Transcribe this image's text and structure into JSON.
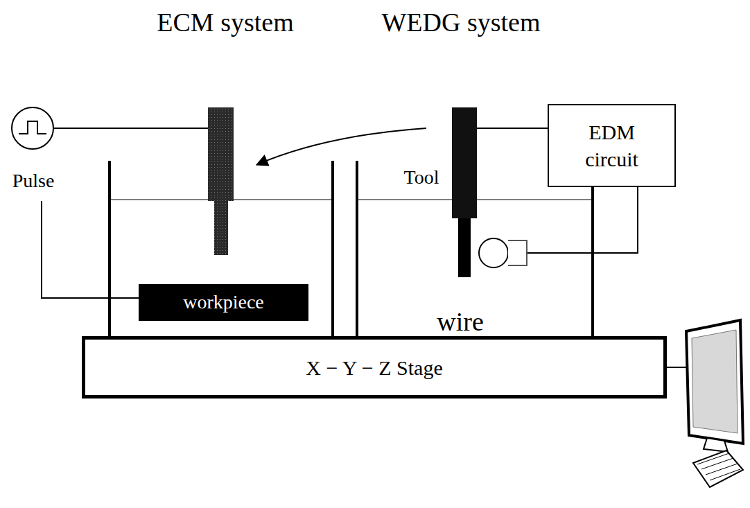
{
  "diagram": {
    "nodes": [
      {
        "text": [
          "EDM circuit"
        ]
      },
      {
        "text": [
          "workpiece"
        ]
      },
      {
        "text": [
          "X − Y − Z Stage"
        ]
      }
    ],
    "edges": [
      {
        "from": 0,
        "to": 2,
        "arrow": "none"
      }
    ],
    "labels": [
      "ECM system",
      "WEDG system",
      "Pulse",
      "Tool",
      "wire"
    ]
  }
}
